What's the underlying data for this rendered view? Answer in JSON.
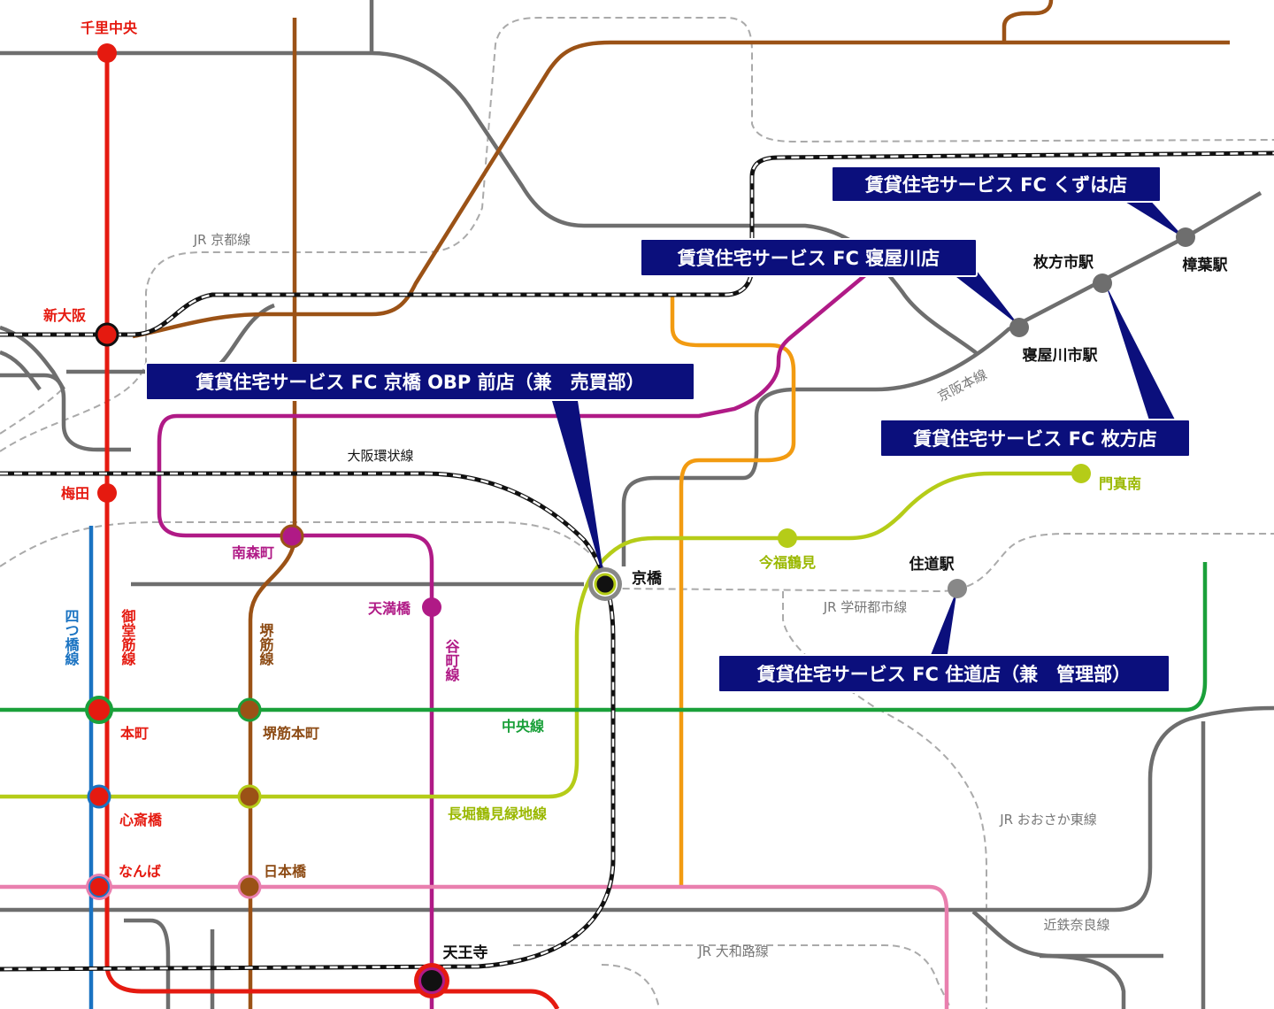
{
  "colors": {
    "red": "#e51a10",
    "brown": "#8c4a13",
    "magenta": "#b01a86",
    "blue": "#1a73c2",
    "lime": "#b5cc18",
    "green": "#1aa03a",
    "orange": "#f29b11",
    "pink": "#e97fae",
    "gray_private": "#6e6e6e",
    "jr_dashed": "#aaaaaa",
    "store_bg": "#0b0f7c"
  },
  "lines": {
    "jr_kyoto": "JR 京都線",
    "osaka_loop": "大阪環状線",
    "keihan_main": "京阪本線",
    "jr_gakkentoshi": "JR 学研都市線",
    "chuo": "中央線",
    "nagahori": "長堀鶴見緑地線",
    "jr_osaka_higashi": "JR おおさか東線",
    "kintetsu_nara": "近鉄奈良線",
    "jr_yamatoji": "JR 大和路線",
    "yotsubashi": "四つ橋線",
    "midosuji": "御堂筋線",
    "sakaisuji": "堺筋線",
    "tanimachi": "谷町線"
  },
  "stations": {
    "senri_chuo": "千里中央",
    "shin_osaka": "新大阪",
    "umeda": "梅田",
    "minami_morimachi": "南森町",
    "tenmabashi": "天満橋",
    "kyobashi": "京橋",
    "imafuku_tsurumi": "今福鶴見",
    "kadoma_minami": "門真南",
    "suido": "住道駅",
    "hirakatashi": "枚方市駅",
    "kuzuha": "樟葉駅",
    "neyagawashi": "寝屋川市駅",
    "honmachi": "本町",
    "sakaisuji_honmachi": "堺筋本町",
    "shinsaibashi": "心斎橋",
    "namba": "なんば",
    "nipponbashi": "日本橋",
    "tennoji": "天王寺"
  },
  "stores": {
    "kuzuha": "賃貸住宅サービス FC くずは店",
    "neyagawa": "賃貸住宅サービス FC 寝屋川店",
    "kyobashi": "賃貸住宅サービス FC 京橋 OBP 前店（兼　売買部）",
    "hirakata": "賃貸住宅サービス FC 枚方店",
    "suido": "賃貸住宅サービス FC 住道店（兼　管理部）"
  }
}
